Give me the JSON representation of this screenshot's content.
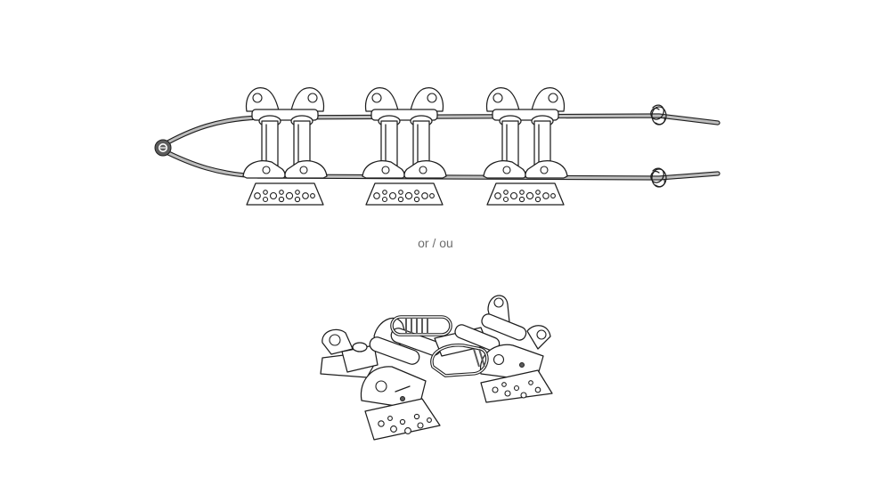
{
  "separator_text": "or / ou",
  "colors": {
    "line": "#1e1e1e",
    "rope_fill": "#bdbdbd",
    "ring": "#5c5c5c",
    "label": "#6d6d6d",
    "background": "#ffffff"
  },
  "top_configuration": {
    "connection": "rope",
    "device_count": 3,
    "icons": [
      "rope-loop-ring-icon",
      "knot-icon"
    ]
  },
  "bottom_configuration": {
    "connection": "carabiners",
    "device_count": 2,
    "icons": [
      "carabiner-icon"
    ]
  }
}
